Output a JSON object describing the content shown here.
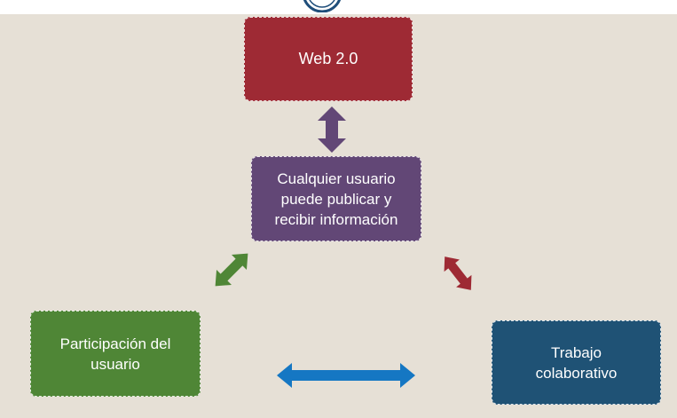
{
  "nodes": {
    "web": {
      "label": "Web 2.0"
    },
    "publicar": {
      "line1": "Cualquier usuario",
      "line2": "puede publicar y",
      "line3": "recibir información"
    },
    "participacion": {
      "line1": "Participación del",
      "line2": "usuario"
    },
    "trabajo": {
      "line1": "Trabajo",
      "line2": "colaborativo"
    }
  },
  "colors": {
    "background": "#e6e0d6",
    "web": "#9e2a34",
    "publicar": "#624776",
    "participacion": "#4f8636",
    "trabajo": "#1f5275",
    "arrow_vertical": "#624776",
    "arrow_left": "#4f8636",
    "arrow_right": "#9e2a34",
    "arrow_bottom": "#1577c3"
  }
}
